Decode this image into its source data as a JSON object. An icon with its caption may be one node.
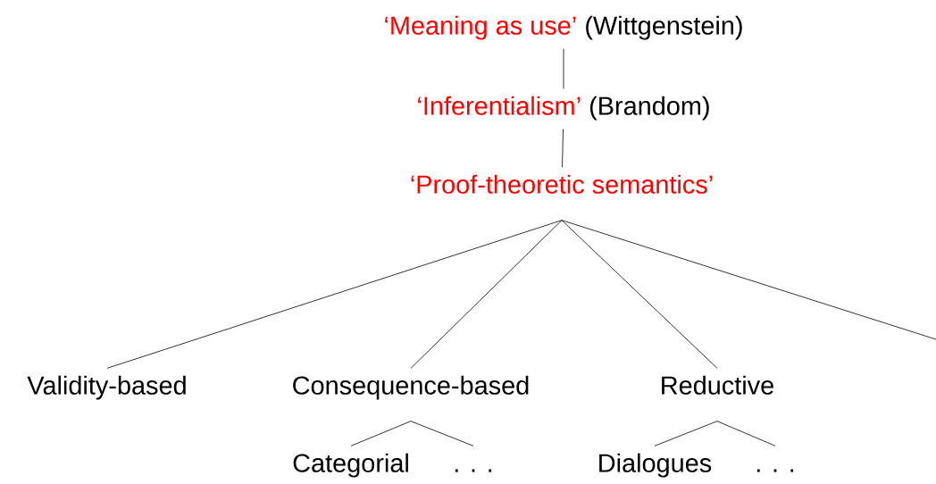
{
  "diagram": {
    "nodes": [
      {
        "text": [
          "‘Meaning as use’",
          "(Wittgenstein)"
        ]
      },
      {
        "text": [
          "‘Inferentialism’",
          "(Brandom)"
        ]
      },
      {
        "text": [
          "‘Proof-theoretic semantics’"
        ]
      },
      {
        "text": [
          "Validity-based"
        ]
      },
      {
        "text": [
          "Consequence-based"
        ]
      },
      {
        "text": [
          "Reductive"
        ]
      },
      {
        "text": [
          "Categorial"
        ]
      },
      {
        "text": [
          ". . ."
        ]
      },
      {
        "text": [
          "Dialogues"
        ]
      },
      {
        "text": [
          ". . ."
        ]
      }
    ],
    "edges": [
      {
        "from": 0,
        "to": 1,
        "arrow": "none"
      },
      {
        "from": 1,
        "to": 2,
        "arrow": "none"
      },
      {
        "from": 2,
        "to": 3,
        "arrow": "none"
      },
      {
        "from": 2,
        "to": 4,
        "arrow": "none"
      },
      {
        "from": 2,
        "to": 5,
        "arrow": "none"
      },
      {
        "from": 2,
        "to": null,
        "arrow": "none"
      },
      {
        "from": 4,
        "to": 6,
        "arrow": "none"
      },
      {
        "from": 4,
        "to": 7,
        "arrow": "none"
      },
      {
        "from": 5,
        "to": 8,
        "arrow": "none"
      },
      {
        "from": 5,
        "to": 9,
        "arrow": "none"
      }
    ]
  }
}
